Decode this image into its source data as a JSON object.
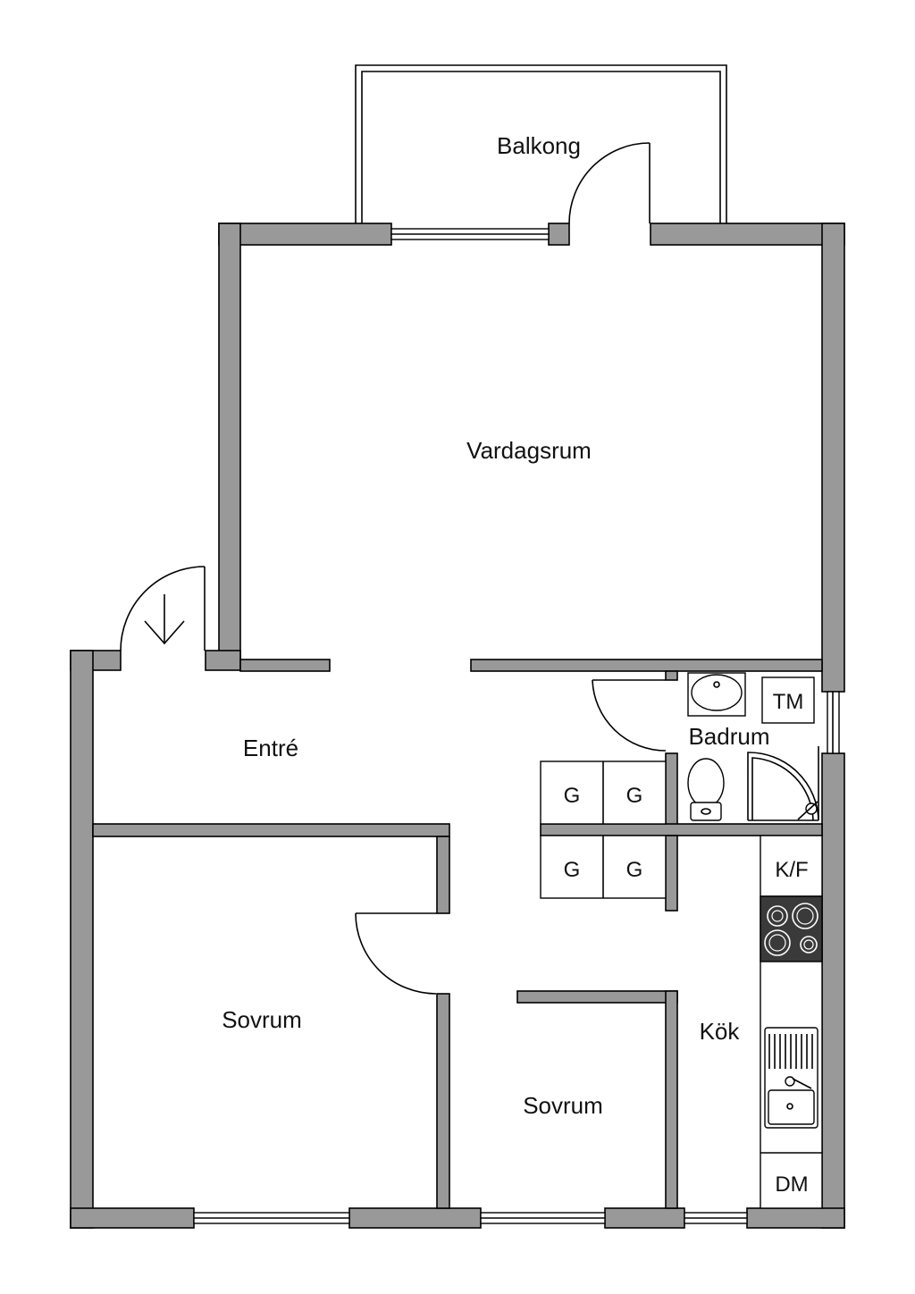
{
  "rooms": {
    "balkong": "Balkong",
    "vardagsrum": "Vardagsrum",
    "entre": "Entré",
    "badrum": "Badrum",
    "sovrum_1": "Sovrum",
    "sovrum_2": "Sovrum",
    "kok": "Kök"
  },
  "fixtures": {
    "tm": "TM",
    "kf": "K/F",
    "dm": "DM",
    "garderob": [
      "G",
      "G",
      "G",
      "G"
    ]
  },
  "colors": {
    "wall": "#999999",
    "line": "#000000",
    "background": "#ffffff",
    "stove": "#3a3a3a"
  }
}
